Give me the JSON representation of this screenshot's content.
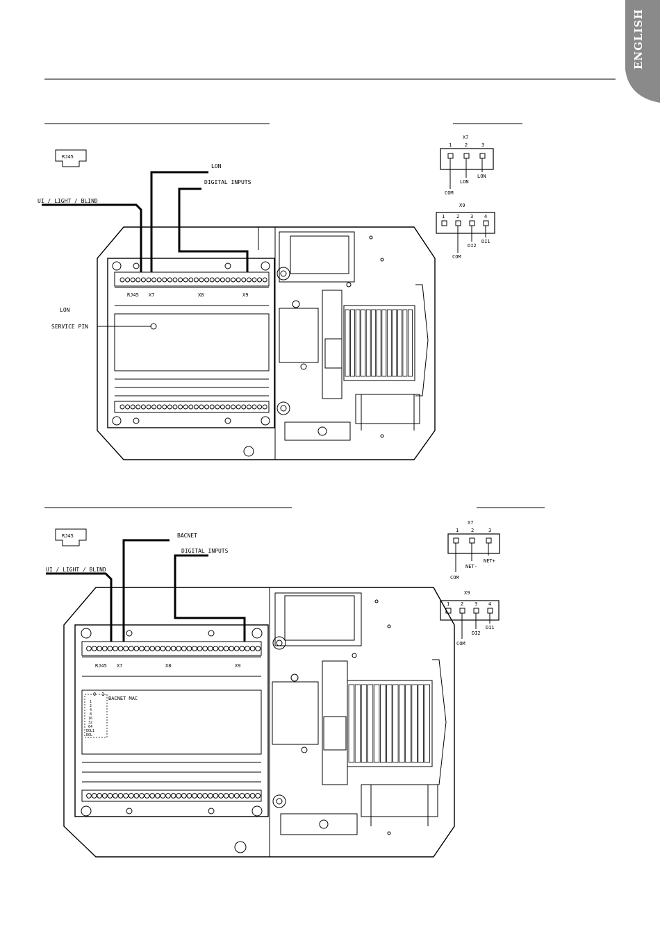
{
  "language_tab": {
    "label": "ENGLISH",
    "bg": "#8a8a8a"
  },
  "diagram_lon": {
    "rj45_icon_label": "RJ45",
    "callouts": {
      "lon": "LON",
      "digital_inputs": "DIGITAL INPUTS",
      "ui_light_blind": "UI / LIGHT / BLIND",
      "lon_side": "LON",
      "service_pin": "SERVICE PIN"
    },
    "board_labels": {
      "rj45": "RJ45",
      "x7": "X7",
      "x8": "X8",
      "x9": "X9"
    },
    "x7_connector": {
      "title": "X7",
      "pins": [
        "1",
        "2",
        "3"
      ],
      "signals": [
        "COM",
        "LON",
        "LON"
      ]
    },
    "x9_connector": {
      "title": "X9",
      "pins": [
        "1",
        "2",
        "3",
        "4"
      ],
      "signals": [
        "COM",
        "DI2",
        "DI1"
      ]
    }
  },
  "diagram_bacnet": {
    "rj45_icon_label": "RJ45",
    "callouts": {
      "bacnet": "BACNET",
      "digital_inputs": "DIGITAL INPUTS",
      "ui_light_blind": "UI / LIGHT / BLIND"
    },
    "board_labels": {
      "rj45": "RJ45",
      "x7": "X7",
      "x8": "X8",
      "x9": "X9"
    },
    "bacnet_mac": {
      "label": "BACNET MAC",
      "cols": [
        "0",
        "1"
      ],
      "rows": [
        "1",
        "2",
        "4",
        "8",
        "16",
        "32",
        "64",
        "EOL1",
        "EOL"
      ]
    },
    "x7_connector": {
      "title": "X7",
      "pins": [
        "1",
        "2",
        "3"
      ],
      "signals": [
        "COM",
        "NET-",
        "NET+"
      ]
    },
    "x9_connector": {
      "title": "X9",
      "pins": [
        "1",
        "2",
        "3",
        "4"
      ],
      "signals": [
        "COM",
        "DI2",
        "DI1"
      ]
    }
  }
}
